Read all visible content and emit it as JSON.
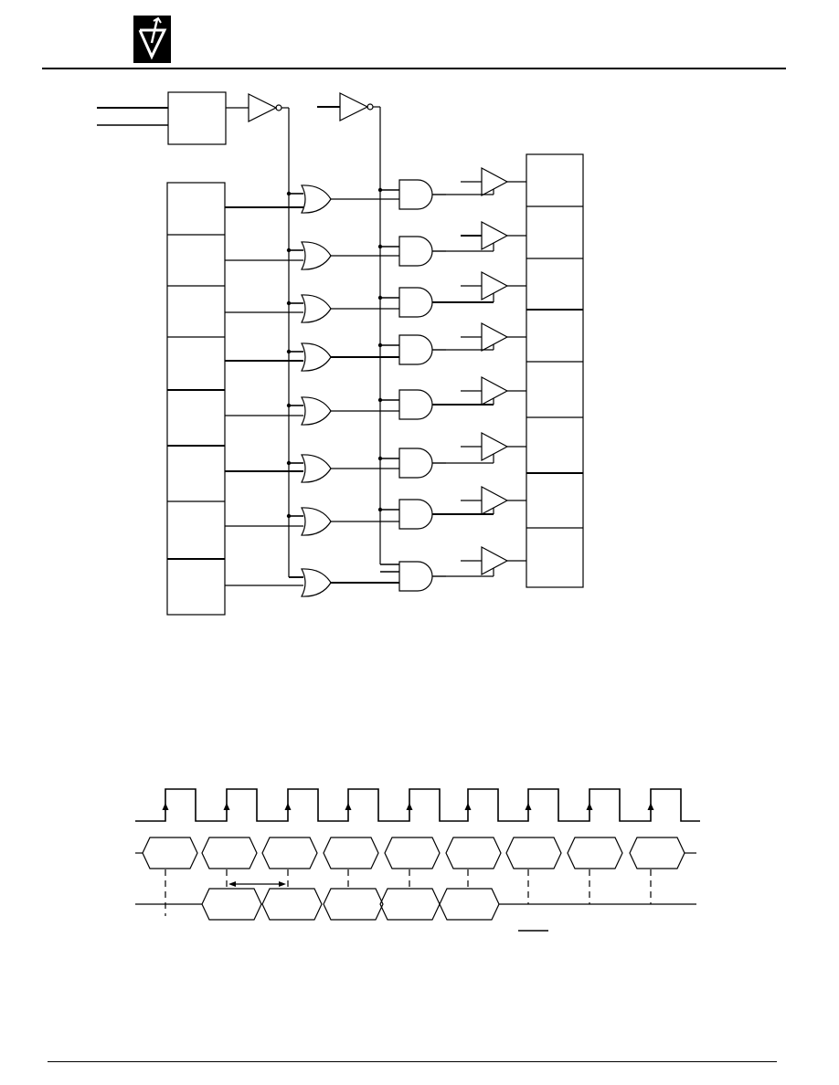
{
  "header": {
    "logo": {
      "icon": "triangle-v-logo-icon",
      "background": "#000000",
      "foreground": "#ffffff"
    }
  },
  "block_diagram": {
    "left_register_cells": 8,
    "or_gates": 8,
    "and_gates": 8,
    "output_buffers": 8,
    "right_register_cells": 8,
    "inverters": 2
  },
  "timing_diagram": {
    "clock_pulses": 9,
    "input_data_cells": 9,
    "output_data_cells": 5
  },
  "footer": {}
}
